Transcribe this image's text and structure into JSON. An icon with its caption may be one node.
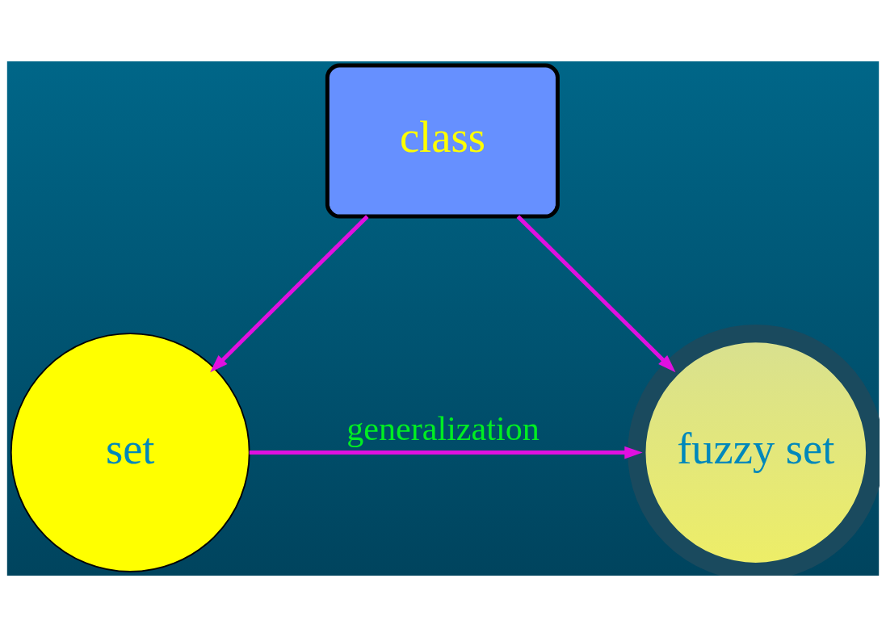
{
  "diagram": {
    "nodes": [
      {
        "text": [
          "class"
        ]
      },
      {
        "text": [
          "set"
        ]
      },
      {
        "text": [
          "fuzzy set"
        ]
      }
    ],
    "edges": [
      {
        "from": 0,
        "to": 1,
        "arrow": "to"
      },
      {
        "from": 0,
        "to": 2,
        "arrow": "to"
      },
      {
        "from": 1,
        "to": 2,
        "arrow": "to",
        "label": "generalization"
      }
    ]
  }
}
